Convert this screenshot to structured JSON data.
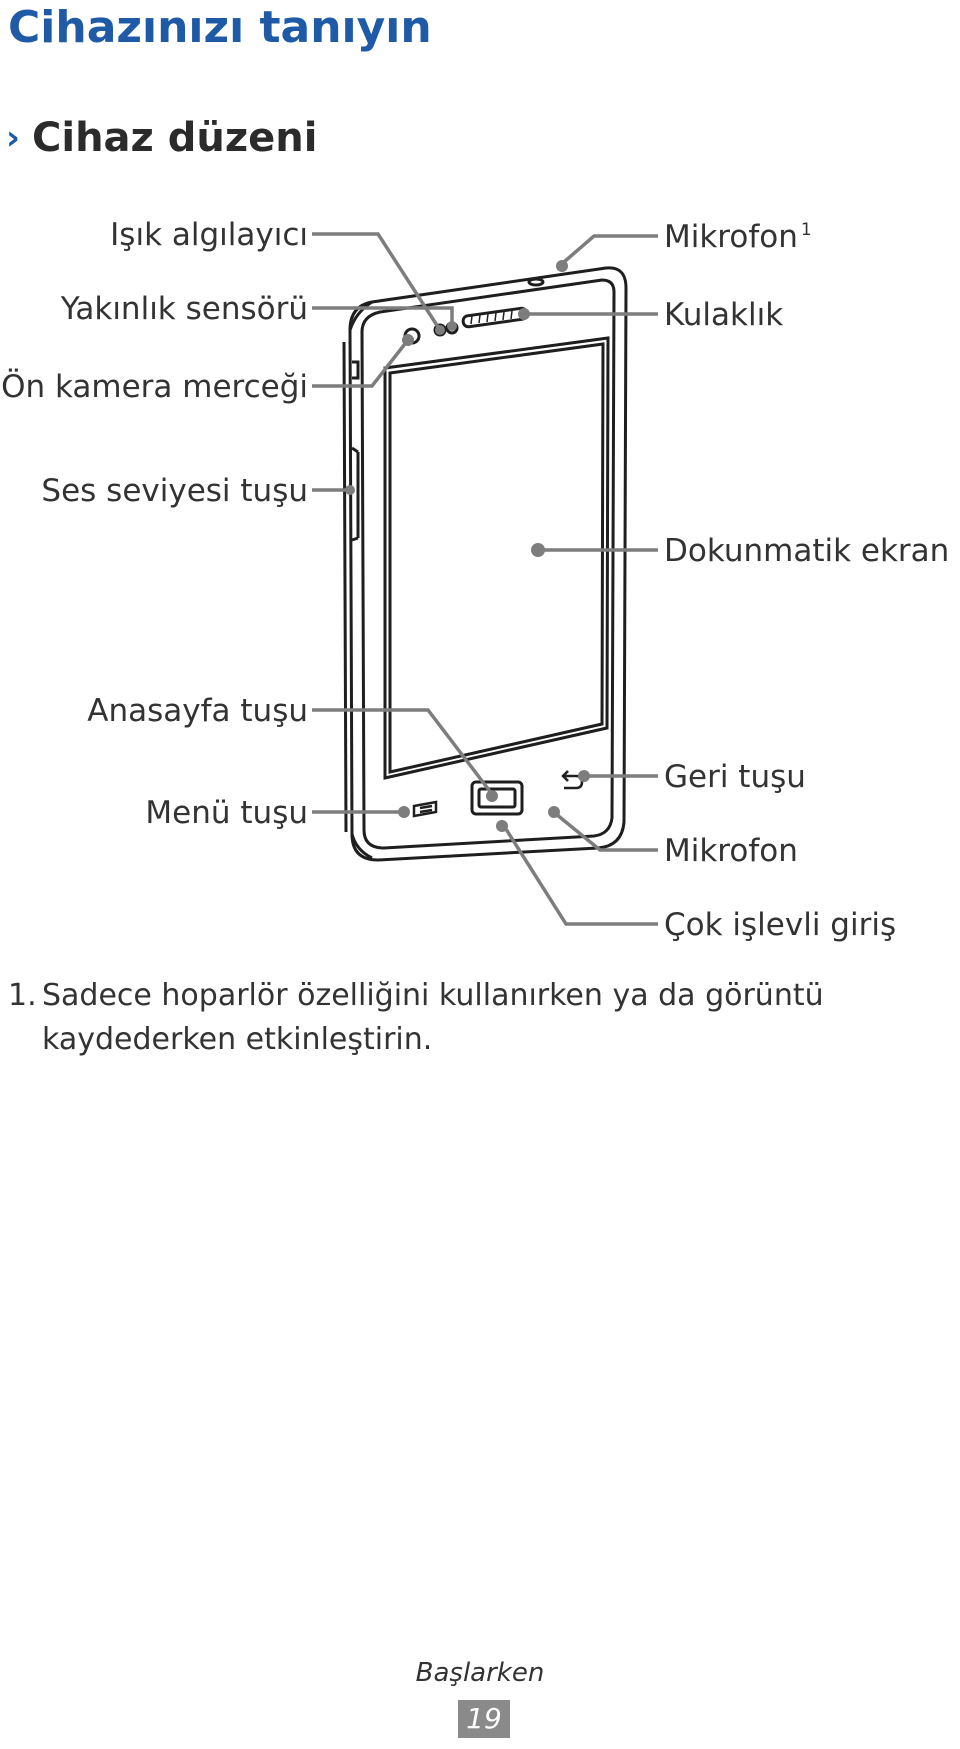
{
  "page": {
    "title": "Cihazınızı tanıyın",
    "section_title": "Cihaz düzeni",
    "section_icon": "chevron-right-icon",
    "accent_color": "#1f5aa6"
  },
  "labels": {
    "isik_algilayici": "Işık algılayıcı",
    "yakinlik_sensoru": "Yakınlık sensörü",
    "on_kamera": "Ön kamera merceği",
    "ses_seviyesi": "Ses seviyesi tuşu",
    "anasayfa": "Anasayfa tuşu",
    "menu": "Menü tuşu",
    "mikrofon_top": "Mikrofon",
    "mikrofon_top_note": "1",
    "kulaklik": "Kulaklık",
    "dokunmatik": "Dokunmatik ekran",
    "geri": "Geri tuşu",
    "mikrofon_bottom": "Mikrofon",
    "cok_islevli": "Çok işlevli giriş"
  },
  "footnote": {
    "number": "1.",
    "text": "Sadece hoparlör özelliğini kullanırken ya da görüntü kaydederken etkinleştirin."
  },
  "footer": {
    "section": "Başlarken",
    "page_number": "19"
  }
}
